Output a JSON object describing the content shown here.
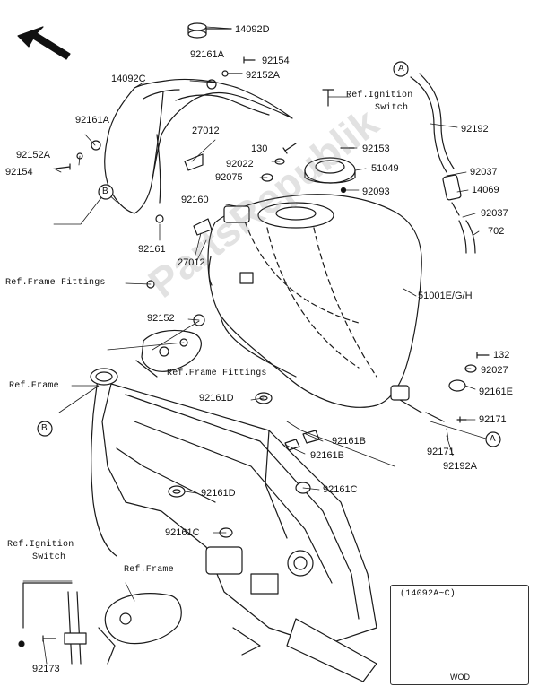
{
  "labels": {
    "p14092D": "14092D",
    "p92161A_top": "92161A",
    "p92154_top": "92154",
    "p92152A_top": "92152A",
    "p14092C": "14092C",
    "p92161A_left": "92161A",
    "p92152A_left": "92152A",
    "p92154_left": "92154",
    "pB_left": "B",
    "p27012_top": "27012",
    "p130": "130",
    "p92022": "92022",
    "p92075": "92075",
    "p92160": "92160",
    "p92161": "92161",
    "p27012_mid": "27012",
    "refIgnitionTop1": "Ref.Ignition",
    "refIgnitionTop2": "Switch",
    "p92153": "92153",
    "p51049": "51049",
    "p92093": "92093",
    "pA_top": "A",
    "p92192": "92192",
    "p92037_a": "92037",
    "p14069": "14069",
    "p92037_b": "92037",
    "p702": "702",
    "refFrameFittings1": "Ref.Frame Fittings",
    "p92152": "92152",
    "refFrameFittings2": "Ref.Frame Fittings",
    "p51001": "51001E/G/H",
    "p132": "132",
    "p92027": "92027",
    "p92161E": "92161E",
    "refFrame1": "Ref.Frame",
    "pB_low": "B",
    "p92161D_a": "92161D",
    "p92171_a": "92171",
    "pA_low": "A",
    "p92161B_a": "92161B",
    "p92161B_b": "92161B",
    "p92171_b": "92171",
    "p92192A": "92192A",
    "p92161D_b": "92161D",
    "p92161C_a": "92161C",
    "p92161C_b": "92161C",
    "refIgnitionLow1": "Ref.Ignition",
    "refIgnitionLow2": "Switch",
    "refFrame2": "Ref.Frame",
    "p92173": "92173",
    "insetTitle": "(14092A~C)",
    "insetFoot": "WOD",
    "watermark": "PartsRepublik"
  },
  "icons": [
    "front-direction-arrow-icon",
    "gear-logo-icon"
  ],
  "colors": {
    "line": "#1a1a1a",
    "background": "#ffffff",
    "watermark": "#969696"
  }
}
